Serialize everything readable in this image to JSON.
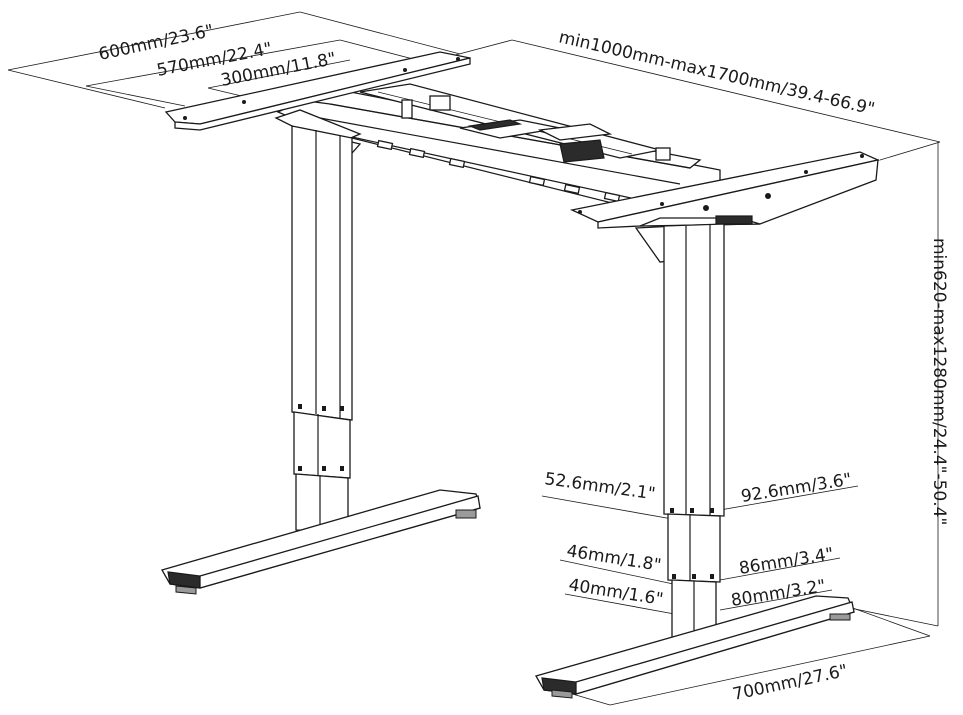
{
  "dimensions": {
    "depth_outer": "600mm/23.6\"",
    "depth_mid": "570mm/22.4\"",
    "depth_inner": "300mm/11.8\"",
    "width": "min1000mm-max1700mm/39.4-66.9\"",
    "height": "min620-max1280mm/24.4\"-50.4\"",
    "upper_tube_left": "52.6mm/2.1\"",
    "upper_tube_right": "92.6mm/3.6\"",
    "mid_tube_left": "46mm/1.8\"",
    "mid_tube_right": "86mm/3.4\"",
    "low_tube_left": "40mm/1.6\"",
    "low_tube_right": "80mm/3.2\"",
    "foot_length": "700mm/27.6\""
  }
}
